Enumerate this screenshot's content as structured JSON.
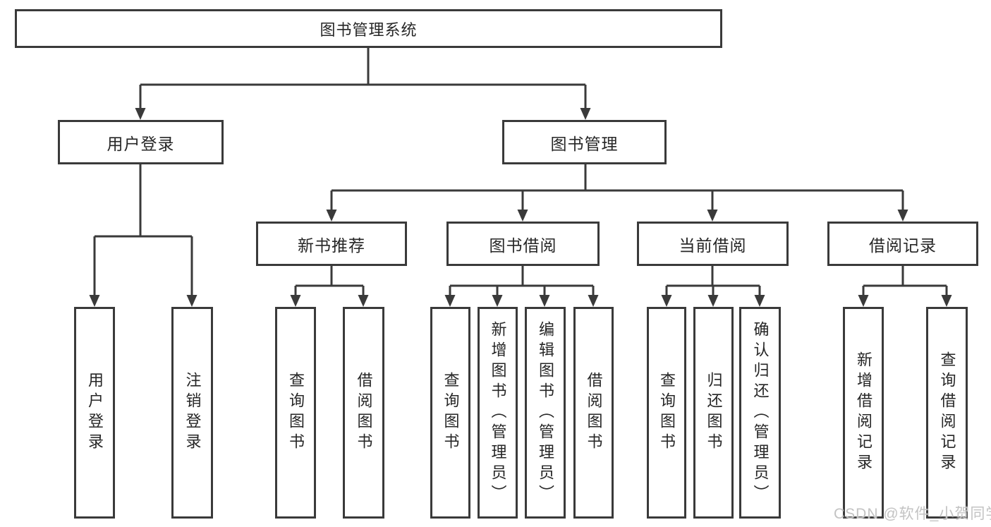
{
  "diagram": {
    "tree": {
      "label": "图书管理系统",
      "children": [
        {
          "label": "用户登录",
          "children": [
            {
              "label": "用户登录"
            },
            {
              "label": "注销登录"
            }
          ]
        },
        {
          "label": "图书管理",
          "children": [
            {
              "label": "新书推荐",
              "children": [
                {
                  "label": "查询图书"
                },
                {
                  "label": "借阅图书"
                }
              ]
            },
            {
              "label": "图书借阅",
              "children": [
                {
                  "label": "查询图书"
                },
                {
                  "label": "新增图书（管理员）"
                },
                {
                  "label": "编辑图书（管理员）"
                },
                {
                  "label": "借阅图书"
                }
              ]
            },
            {
              "label": "当前借阅",
              "children": [
                {
                  "label": "查询图书"
                },
                {
                  "label": "归还图书"
                },
                {
                  "label": "确认归还（管理员）"
                }
              ]
            },
            {
              "label": "借阅记录",
              "children": [
                {
                  "label": "新增借阅记录"
                },
                {
                  "label": "查询借阅记录"
                }
              ]
            }
          ]
        }
      ]
    }
  },
  "watermark": {
    "text": "CSDN @软件_小贺同学"
  },
  "colors": {
    "line": "#3a3a3a",
    "text": "#262626",
    "background": "#ffffff",
    "watermark": "#c3c3c3"
  }
}
